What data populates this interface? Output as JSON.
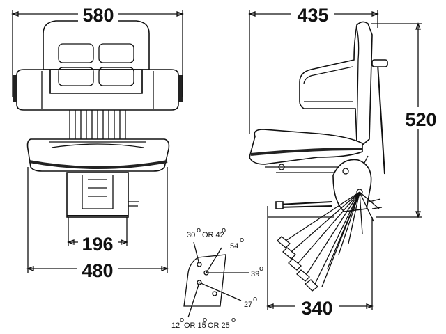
{
  "dimensions": {
    "top_width": "580",
    "side_depth": "435",
    "height": "520",
    "bracket_width": "196",
    "base_width": "480",
    "base_depth": "340"
  },
  "angles": {
    "a1": "30",
    "or1": "OR 42",
    "a2": "54",
    "a3": "39",
    "a4": "27",
    "a5": "12",
    "or2": "OR 15",
    "or3": "OR 25"
  }
}
